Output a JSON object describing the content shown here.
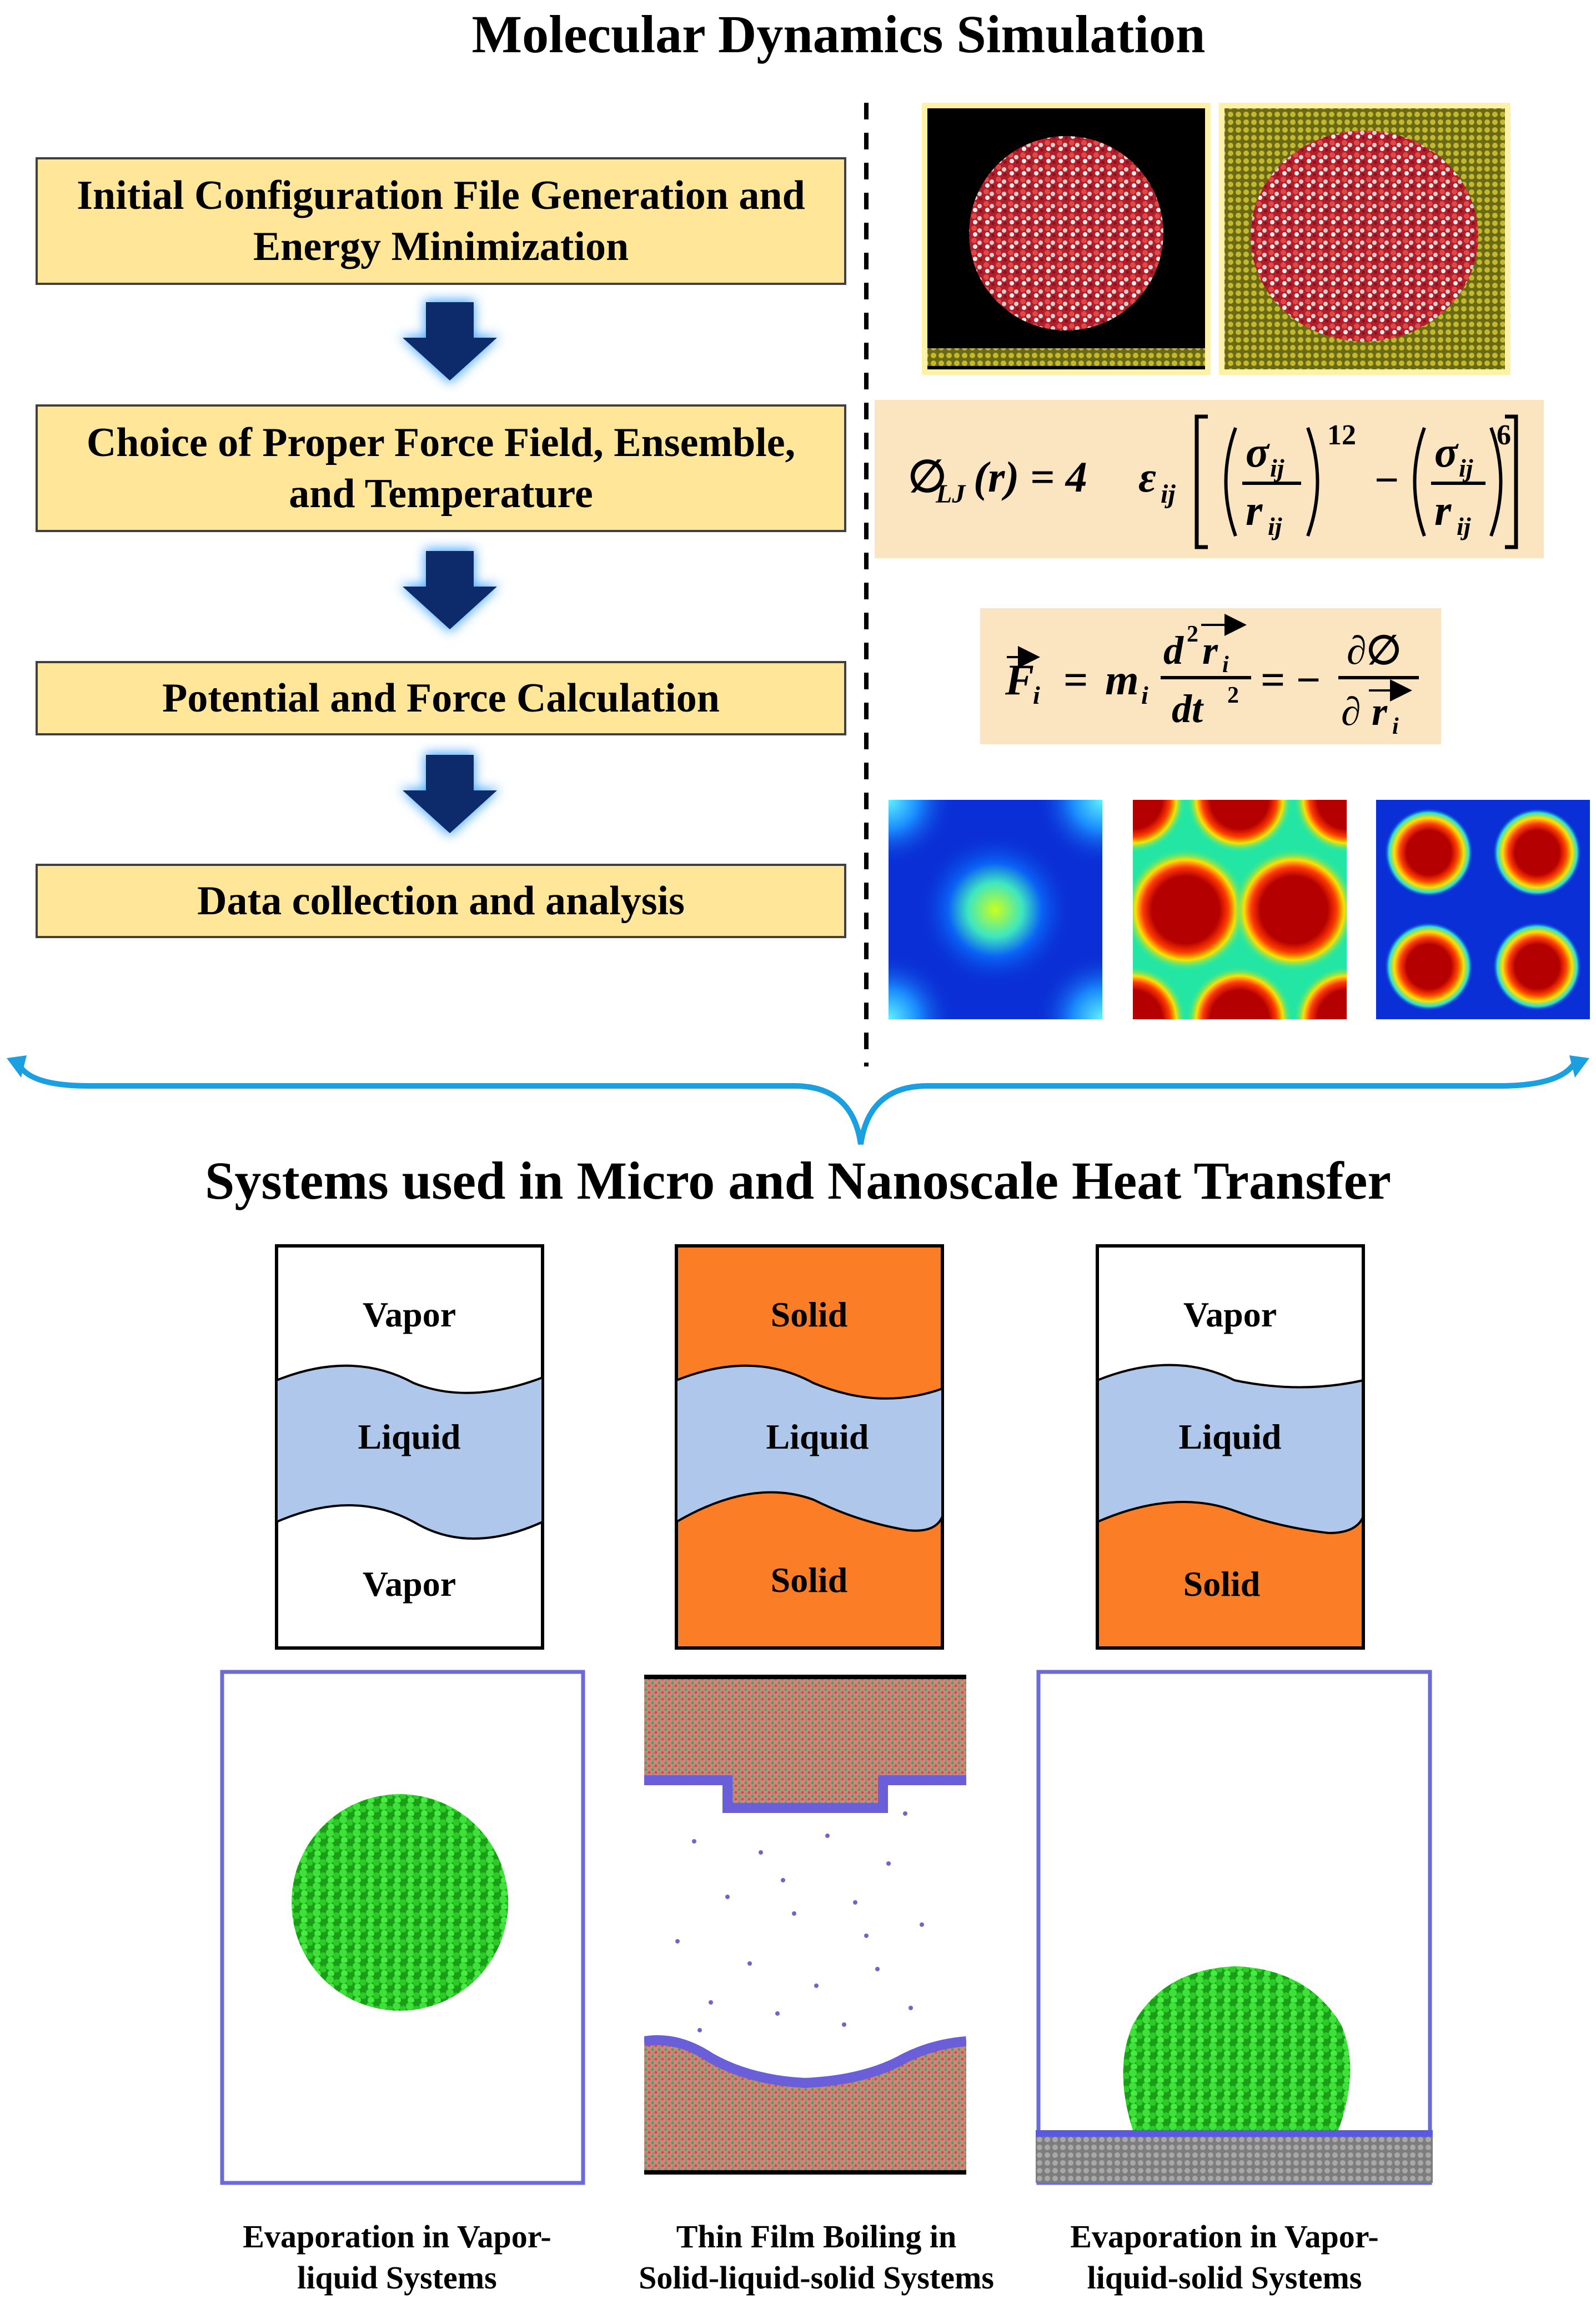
{
  "colors": {
    "step_fill": "#ffe699",
    "equation_fill": "#fbe5c1",
    "arrow_fill": "#0d2a6b",
    "arrow_glow": "#4aa8ff",
    "brace": "#1a9fe0",
    "liquid": "#aec7ea",
    "solid": "#fb7d26",
    "sim_frame": "#6a6ad8",
    "droplet": "#22c21f"
  },
  "top": {
    "title": "Molecular Dynamics Simulation",
    "steps": [
      {
        "line1": "Initial Configuration File Generation and",
        "line2": "Energy Minimization"
      },
      {
        "line1": "Choice of Proper Force Field, Ensemble,",
        "line2": "and Temperature"
      },
      {
        "line1": "Potential and Force Calculation"
      },
      {
        "line1": "Data collection and analysis"
      }
    ],
    "equations": {
      "lj": {
        "phi": "∅",
        "sub": "LJ",
        "r": "(r) = 4",
        "eps": "ε",
        "eps_sub": "ij",
        "sigma": "σ",
        "sigma_sub": "ij",
        "rij": "r",
        "rij_sub": "ij",
        "exp12": "12",
        "exp6": "6",
        "minus": "−"
      },
      "newton": {
        "F": "F",
        "i": "i",
        "eq": "=",
        "m": "m",
        "d2": "d",
        "two": "2",
        "r": "r",
        "dt": "dt",
        "minus": "= −",
        "dphi": "∂∅",
        "dr": "∂"
      }
    }
  },
  "bottom": {
    "title": "Systems used in Micro and Nanoscale Heat Transfer",
    "schematics": [
      {
        "top": "Vapor",
        "middle": "Liquid",
        "bottom": "Vapor"
      },
      {
        "top": "Solid",
        "middle": "Liquid",
        "bottom": "Solid"
      },
      {
        "top": "Vapor",
        "middle": "Liquid",
        "bottom": "Solid"
      }
    ],
    "captions": [
      {
        "line1": "Evaporation in Vapor-",
        "line2": "liquid Systems"
      },
      {
        "line1": "Thin Film Boiling in",
        "line2": "Solid-liquid-solid Systems"
      },
      {
        "line1": "Evaporation in Vapor-",
        "line2": "liquid-solid Systems"
      }
    ]
  }
}
